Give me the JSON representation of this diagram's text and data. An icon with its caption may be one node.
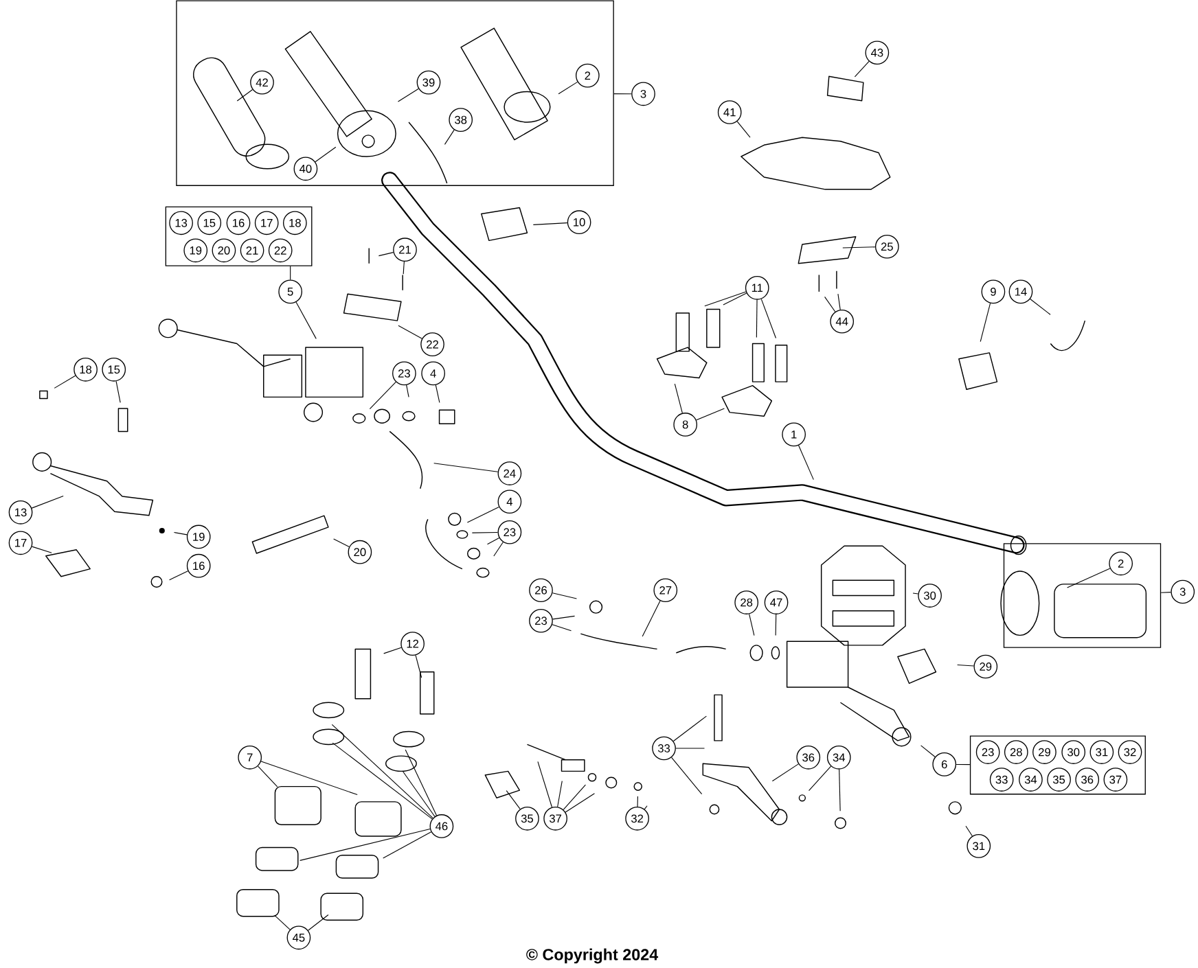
{
  "diagram": {
    "nodes": [
      {
        "text": [],
        "shape": "box"
      },
      {
        "text": [
          "3"
        ]
      },
      {
        "text": [
          "42"
        ],
        "in": 0
      },
      {
        "text": [
          "39"
        ],
        "in": 0
      },
      {
        "text": [
          "2"
        ],
        "in": 0
      },
      {
        "text": [
          "38"
        ],
        "in": 0
      },
      {
        "text": [
          "40"
        ],
        "in": 0
      },
      {
        "text": [
          "43"
        ]
      },
      {
        "text": [
          "41"
        ]
      },
      {
        "text": [
          "10"
        ]
      },
      {
        "text": [],
        "shape": "box"
      },
      {
        "text": [
          "13"
        ],
        "in": 10
      },
      {
        "text": [
          "15"
        ],
        "in": 10
      },
      {
        "text": [
          "16"
        ],
        "in": 10
      },
      {
        "text": [
          "17"
        ],
        "in": 10
      },
      {
        "text": [
          "18"
        ],
        "in": 10
      },
      {
        "text": [
          "19"
        ],
        "in": 10
      },
      {
        "text": [
          "20"
        ],
        "in": 10
      },
      {
        "text": [
          "21"
        ],
        "in": 10
      },
      {
        "text": [
          "22"
        ],
        "in": 10
      },
      {
        "text": [
          "21"
        ]
      },
      {
        "text": [
          "25"
        ]
      },
      {
        "text": [
          "5"
        ]
      },
      {
        "text": [
          "11"
        ]
      },
      {
        "text": [
          "9"
        ]
      },
      {
        "text": [
          "14"
        ]
      },
      {
        "text": [
          "44"
        ]
      },
      {
        "text": [
          "22"
        ]
      },
      {
        "text": [
          "18"
        ]
      },
      {
        "text": [
          "15"
        ]
      },
      {
        "text": [
          "23"
        ]
      },
      {
        "text": [
          "4"
        ]
      },
      {
        "text": [
          "8"
        ]
      },
      {
        "text": [
          "1"
        ]
      },
      {
        "text": [
          "24"
        ]
      },
      {
        "text": [
          "4"
        ]
      },
      {
        "text": [
          "13"
        ]
      },
      {
        "text": [
          "23"
        ]
      },
      {
        "text": [
          "19"
        ]
      },
      {
        "text": [
          "17"
        ]
      },
      {
        "text": [
          "20"
        ]
      },
      {
        "text": [],
        "shape": "box"
      },
      {
        "text": [
          "2"
        ],
        "in": 41
      },
      {
        "text": [
          "16"
        ]
      },
      {
        "text": [
          "26"
        ]
      },
      {
        "text": [
          "27"
        ]
      },
      {
        "text": [
          "3"
        ]
      },
      {
        "text": [
          "30"
        ]
      },
      {
        "text": [
          "28"
        ]
      },
      {
        "text": [
          "47"
        ]
      },
      {
        "text": [
          "23"
        ]
      },
      {
        "text": [
          "12"
        ]
      },
      {
        "text": [
          "29"
        ]
      },
      {
        "text": [
          "33"
        ]
      },
      {
        "text": [
          "7"
        ]
      },
      {
        "text": [
          "36"
        ]
      },
      {
        "text": [
          "34"
        ]
      },
      {
        "text": [],
        "shape": "box"
      },
      {
        "text": [
          "23"
        ],
        "in": 57
      },
      {
        "text": [
          "28"
        ],
        "in": 57
      },
      {
        "text": [
          "29"
        ],
        "in": 57
      },
      {
        "text": [
          "30"
        ],
        "in": 57
      },
      {
        "text": [
          "31"
        ],
        "in": 57
      },
      {
        "text": [
          "32"
        ],
        "in": 57
      },
      {
        "text": [
          "33"
        ],
        "in": 57
      },
      {
        "text": [
          "34"
        ],
        "in": 57
      },
      {
        "text": [
          "35"
        ],
        "in": 57
      },
      {
        "text": [
          "36"
        ],
        "in": 57
      },
      {
        "text": [
          "37"
        ],
        "in": 57
      },
      {
        "text": [
          "6"
        ]
      },
      {
        "text": [
          "35"
        ]
      },
      {
        "text": [
          "37"
        ]
      },
      {
        "text": [
          "32"
        ]
      },
      {
        "text": [
          "46"
        ]
      },
      {
        "text": [
          "31"
        ]
      },
      {
        "text": [
          "45"
        ]
      }
    ],
    "edges": [
      {
        "from": 1,
        "to": 0,
        "arrow": "none"
      },
      {
        "from": 2,
        "to": null,
        "arrow": "none"
      },
      {
        "from": 3,
        "to": null,
        "arrow": "none"
      },
      {
        "from": 4,
        "to": null,
        "arrow": "none"
      },
      {
        "from": 5,
        "to": null,
        "arrow": "none"
      },
      {
        "from": 6,
        "to": null,
        "arrow": "none"
      },
      {
        "from": 7,
        "to": null,
        "arrow": "none"
      },
      {
        "from": 8,
        "to": null,
        "arrow": "none"
      },
      {
        "from": 9,
        "to": null,
        "arrow": "none"
      },
      {
        "from": 20,
        "to": null,
        "arrow": "none"
      },
      {
        "from": 20,
        "to": null,
        "arrow": "none"
      },
      {
        "from": 21,
        "to": null,
        "arrow": "none"
      },
      {
        "from": 22,
        "to": 10,
        "arrow": "none"
      },
      {
        "from": 22,
        "to": null,
        "arrow": "none"
      },
      {
        "from": 23,
        "to": null,
        "arrow": "none"
      },
      {
        "from": 23,
        "to": null,
        "arrow": "none"
      },
      {
        "from": 23,
        "to": null,
        "arrow": "none"
      },
      {
        "from": 23,
        "to": null,
        "arrow": "none"
      },
      {
        "from": 24,
        "to": null,
        "arrow": "none"
      },
      {
        "from": 25,
        "to": null,
        "arrow": "none"
      },
      {
        "from": 26,
        "to": null,
        "arrow": "none"
      },
      {
        "from": 26,
        "to": null,
        "arrow": "none"
      },
      {
        "from": 27,
        "to": null,
        "arrow": "none"
      },
      {
        "from": 28,
        "to": null,
        "arrow": "none"
      },
      {
        "from": 29,
        "to": null,
        "arrow": "none"
      },
      {
        "from": 30,
        "to": null,
        "arrow": "none"
      },
      {
        "from": 30,
        "to": null,
        "arrow": "none"
      },
      {
        "from": 31,
        "to": null,
        "arrow": "none"
      },
      {
        "from": 32,
        "to": null,
        "arrow": "none"
      },
      {
        "from": 32,
        "to": null,
        "arrow": "none"
      },
      {
        "from": 33,
        "to": null,
        "arrow": "none"
      },
      {
        "from": 34,
        "to": null,
        "arrow": "none"
      },
      {
        "from": 35,
        "to": null,
        "arrow": "none"
      },
      {
        "from": 36,
        "to": null,
        "arrow": "none"
      },
      {
        "from": 37,
        "to": null,
        "arrow": "none"
      },
      {
        "from": 37,
        "to": null,
        "arrow": "none"
      },
      {
        "from": 37,
        "to": null,
        "arrow": "none"
      },
      {
        "from": 38,
        "to": null,
        "arrow": "none"
      },
      {
        "from": 39,
        "to": null,
        "arrow": "none"
      },
      {
        "from": 40,
        "to": null,
        "arrow": "none"
      },
      {
        "from": 43,
        "to": null,
        "arrow": "none"
      },
      {
        "from": 42,
        "to": null,
        "arrow": "none"
      },
      {
        "from": 46,
        "to": 41,
        "arrow": "none"
      },
      {
        "from": 47,
        "to": null,
        "arrow": "none"
      },
      {
        "from": 44,
        "to": null,
        "arrow": "none"
      },
      {
        "from": 45,
        "to": null,
        "arrow": "none"
      },
      {
        "from": 48,
        "to": null,
        "arrow": "none"
      },
      {
        "from": 49,
        "to": null,
        "arrow": "none"
      },
      {
        "from": 50,
        "to": null,
        "arrow": "none"
      },
      {
        "from": 50,
        "to": null,
        "arrow": "none"
      },
      {
        "from": 51,
        "to": null,
        "arrow": "none"
      },
      {
        "from": 51,
        "to": null,
        "arrow": "none"
      },
      {
        "from": 52,
        "to": null,
        "arrow": "none"
      },
      {
        "from": 53,
        "to": null,
        "arrow": "none"
      },
      {
        "from": 53,
        "to": null,
        "arrow": "none"
      },
      {
        "from": 53,
        "to": null,
        "arrow": "none"
      },
      {
        "from": 54,
        "to": null,
        "arrow": "none"
      },
      {
        "from": 54,
        "to": null,
        "arrow": "none"
      },
      {
        "from": 55,
        "to": null,
        "arrow": "none"
      },
      {
        "from": 56,
        "to": null,
        "arrow": "none"
      },
      {
        "from": 56,
        "to": null,
        "arrow": "none"
      },
      {
        "from": 69,
        "to": 57,
        "arrow": "none"
      },
      {
        "from": 69,
        "to": null,
        "arrow": "none"
      },
      {
        "from": 70,
        "to": null,
        "arrow": "none"
      },
      {
        "from": 71,
        "to": null,
        "arrow": "none"
      },
      {
        "from": 71,
        "to": null,
        "arrow": "none"
      },
      {
        "from": 71,
        "to": null,
        "arrow": "none"
      },
      {
        "from": 71,
        "to": null,
        "arrow": "none"
      },
      {
        "from": 72,
        "to": null,
        "arrow": "none"
      },
      {
        "from": 72,
        "to": null,
        "arrow": "none"
      },
      {
        "from": 73,
        "to": null,
        "arrow": "none"
      },
      {
        "from": 73,
        "to": null,
        "arrow": "none"
      },
      {
        "from": 73,
        "to": null,
        "arrow": "none"
      },
      {
        "from": 73,
        "to": null,
        "arrow": "none"
      },
      {
        "from": 73,
        "to": null,
        "arrow": "none"
      },
      {
        "from": 73,
        "to": null,
        "arrow": "none"
      },
      {
        "from": 74,
        "to": null,
        "arrow": "none"
      },
      {
        "from": 75,
        "to": null,
        "arrow": "none"
      },
      {
        "from": 75,
        "to": null,
        "arrow": "none"
      }
    ],
    "labels": [
      "© Copyright 2024"
    ]
  }
}
